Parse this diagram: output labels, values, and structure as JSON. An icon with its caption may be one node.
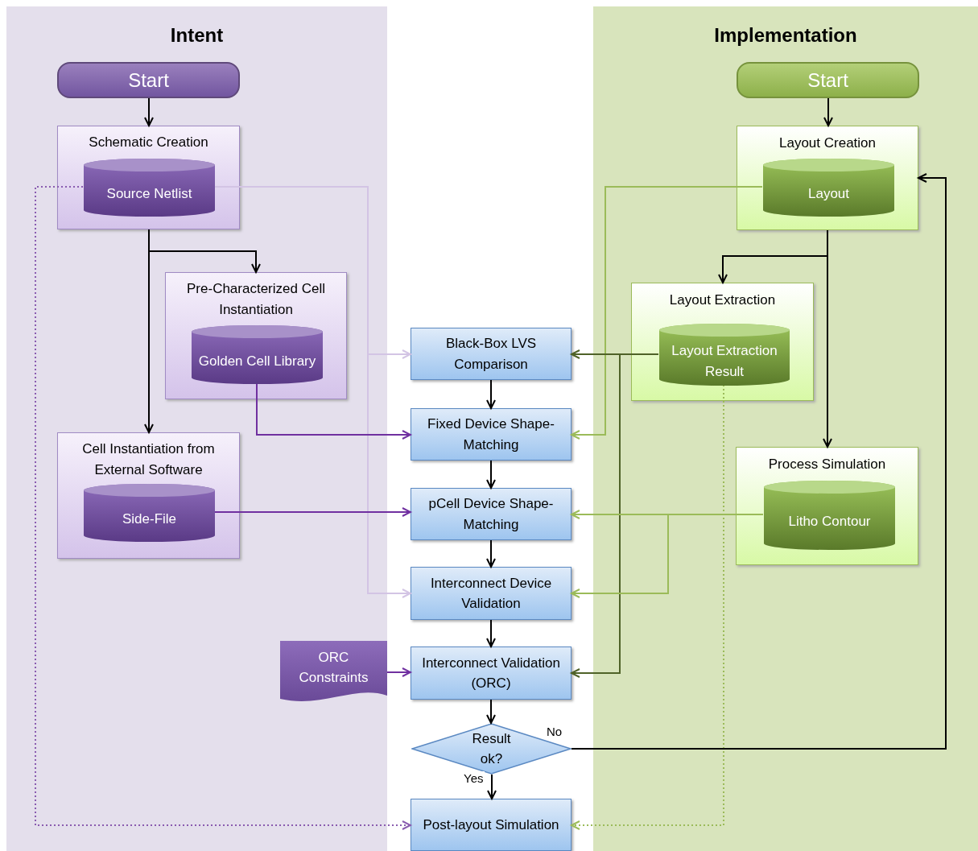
{
  "diagram": {
    "nodes": [
      {
        "text": [
          "Intent"
        ]
      },
      {
        "text": [
          "Start"
        ],
        "in": 0
      },
      {
        "text": [
          "Schematic Creation"
        ],
        "in": 0
      },
      {
        "text": [
          "Source Netlist"
        ],
        "in": 2
      },
      {
        "text": [
          "Pre-Characterized Cell Instantiation"
        ],
        "in": 0
      },
      {
        "text": [
          "Golden Cell Library"
        ],
        "in": 4
      },
      {
        "text": [
          "Cell Instantiation from External Software"
        ],
        "in": 0
      },
      {
        "text": [
          "Side-File"
        ],
        "in": 6
      },
      {
        "text": [
          "ORC Constraints"
        ],
        "in": 0
      },
      {
        "text": [
          "Implementation"
        ]
      },
      {
        "text": [
          "Start"
        ],
        "in": 9
      },
      {
        "text": [
          "Layout Creation"
        ],
        "in": 9
      },
      {
        "text": [
          "Layout"
        ],
        "in": 11
      },
      {
        "text": [
          "Layout Extraction"
        ],
        "in": 9
      },
      {
        "text": [
          "Layout Extraction Result"
        ],
        "in": 13
      },
      {
        "text": [
          "Process Simulation"
        ],
        "in": 9
      },
      {
        "text": [
          "Litho Contour"
        ],
        "in": 15
      },
      {
        "text": [
          "Black-Box LVS Comparison"
        ]
      },
      {
        "text": [
          "Fixed Device Shape-Matching"
        ]
      },
      {
        "text": [
          "pCell Device Shape-Matching"
        ]
      },
      {
        "text": [
          "Interconnect Device Validation"
        ]
      },
      {
        "text": [
          "Interconnect Validation (ORC)"
        ]
      },
      {
        "text": [
          "Result ok?"
        ]
      },
      {
        "text": [
          "Post-layout Simulation"
        ]
      }
    ],
    "edges": [
      {
        "from": 1,
        "to": 2,
        "arrow": "to"
      },
      {
        "from": 2,
        "to": 4,
        "arrow": "to"
      },
      {
        "from": 2,
        "to": 6,
        "arrow": "to"
      },
      {
        "from": 3,
        "to": 17,
        "arrow": "to",
        "color": "#d3c4e4"
      },
      {
        "from": 3,
        "to": 20,
        "arrow": "to",
        "color": "#d3c4e4"
      },
      {
        "from": 3,
        "to": 23,
        "arrow": "to",
        "style": "dashed",
        "color": "#8a5cb0"
      },
      {
        "from": 5,
        "to": 18,
        "arrow": "to",
        "color": "#7030a0"
      },
      {
        "from": 7,
        "to": 19,
        "arrow": "to",
        "color": "#7030a0"
      },
      {
        "from": 8,
        "to": 21,
        "arrow": "to",
        "color": "#7030a0"
      },
      {
        "from": 10,
        "to": 11,
        "arrow": "to"
      },
      {
        "from": 11,
        "to": 13,
        "arrow": "to"
      },
      {
        "from": 11,
        "to": 15,
        "arrow": "to"
      },
      {
        "from": 12,
        "to": 18,
        "arrow": "to",
        "color": "#9bbb59"
      },
      {
        "from": 14,
        "to": 17,
        "arrow": "to",
        "color": "#4f6228"
      },
      {
        "from": 14,
        "to": 21,
        "arrow": "to",
        "color": "#4f6228"
      },
      {
        "from": 16,
        "to": 19,
        "arrow": "to",
        "color": "#9bbb59"
      },
      {
        "from": 16,
        "to": 20,
        "arrow": "to",
        "color": "#9bbb59"
      },
      {
        "from": 14,
        "to": 23,
        "arrow": "to",
        "style": "dashed",
        "color": "#9bbb59"
      },
      {
        "from": 17,
        "to": 18,
        "arrow": "to"
      },
      {
        "from": 18,
        "to": 19,
        "arrow": "to"
      },
      {
        "from": 19,
        "to": 20,
        "arrow": "to"
      },
      {
        "from": 20,
        "to": 21,
        "arrow": "to"
      },
      {
        "from": 21,
        "to": 22,
        "arrow": "to"
      },
      {
        "from": 22,
        "to": 11,
        "arrow": "to",
        "label": "No"
      },
      {
        "from": 22,
        "to": 23,
        "arrow": "to",
        "label": "Yes"
      }
    ]
  }
}
